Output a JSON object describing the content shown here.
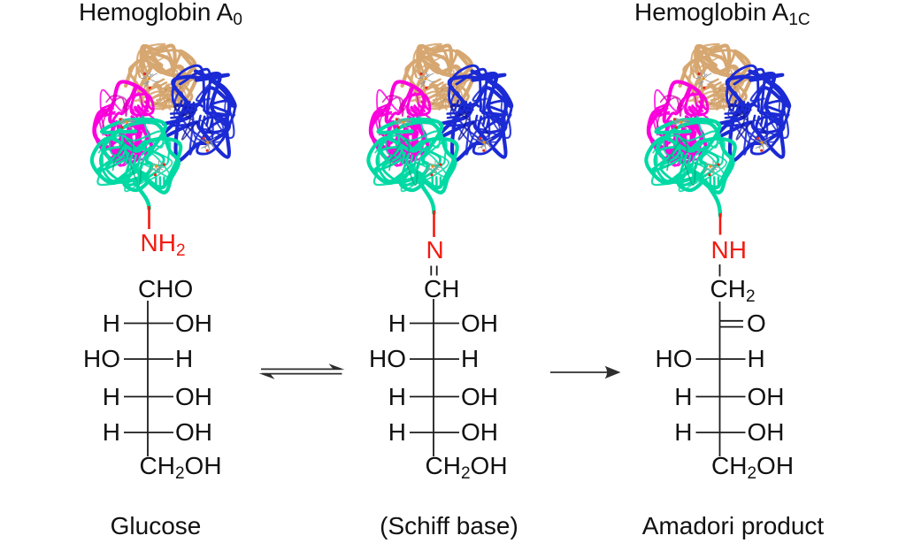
{
  "figure": {
    "background": "#ffffff"
  },
  "colors": {
    "text": "#111111",
    "red": "#f31a10",
    "bond": "#1c1c1c",
    "arrow": "#2e2e2e",
    "magenta": "#fb00dd",
    "tan": "#d7a771",
    "blue": "#1b2ad4",
    "cyan": "#00d9a4",
    "heme_gray": "#9b9b9b",
    "heme_orange": "#e5941f",
    "heme_red": "#e03020"
  },
  "panels": [
    {
      "title": {
        "text": "Hemoglobin A",
        "sub": "0"
      },
      "protein_icon": "hemoglobin-tetramer-ribbon",
      "amine": {
        "text": "NH",
        "sub": "2"
      },
      "molecule": {
        "top_group": {
          "text": "CHO"
        },
        "rows": [
          {
            "left": "H",
            "right": "OH"
          },
          {
            "left": "HO",
            "right": "H"
          },
          {
            "left": "H",
            "right": "OH"
          },
          {
            "left": "H",
            "right": "OH"
          }
        ],
        "bottom_group": {
          "text": "CH",
          "sub": "2",
          "tail": "OH"
        },
        "name": "Glucose"
      }
    },
    {
      "title": null,
      "protein_icon": "hemoglobin-tetramer-ribbon",
      "amine": {
        "text": "N"
      },
      "amine_bond": "double",
      "molecule": {
        "top_group": {
          "text": "CH"
        },
        "rows": [
          {
            "left": "H",
            "right": "OH"
          },
          {
            "left": "HO",
            "right": "H"
          },
          {
            "left": "H",
            "right": "OH"
          },
          {
            "left": "H",
            "right": "OH"
          }
        ],
        "bottom_group": {
          "text": "CH",
          "sub": "2",
          "tail": "OH"
        },
        "name": "(Schiff base)"
      }
    },
    {
      "title": {
        "text": "Hemoglobin A",
        "sub": "1C"
      },
      "protein_icon": "hemoglobin-tetramer-ribbon",
      "amine": {
        "text": "NH"
      },
      "molecule": {
        "top_group": {
          "text": "CH",
          "sub": "2"
        },
        "carbonyl": {
          "text": "O",
          "bond": "double"
        },
        "rows": [
          {
            "left": "HO",
            "right": "H"
          },
          {
            "left": "H",
            "right": "OH"
          },
          {
            "left": "H",
            "right": "OH"
          }
        ],
        "bottom_group": {
          "text": "CH",
          "sub": "2",
          "tail": "OH"
        },
        "name": "Amadori product"
      }
    }
  ],
  "arrows": [
    {
      "name": "equilibrium-arrow",
      "symbol": "⇌"
    },
    {
      "name": "forward-arrow",
      "symbol": "→"
    }
  ]
}
